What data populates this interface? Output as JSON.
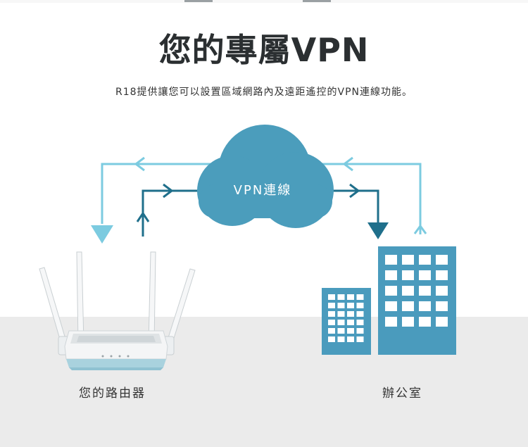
{
  "title": "您的專屬VPN",
  "subtitle": "R18提供讓您可以設置區域網路內及遠距遙控的VPN連線功能。",
  "cloud_label": "VPN連線",
  "router_label": "您的路由器",
  "office_label": "辦公室",
  "colors": {
    "light_line": "#7ccbe0",
    "dark_line": "#1f6f8b",
    "cloud": "#4b9dbc",
    "building": "#4a9bbd",
    "floor": "#ebebeb"
  }
}
